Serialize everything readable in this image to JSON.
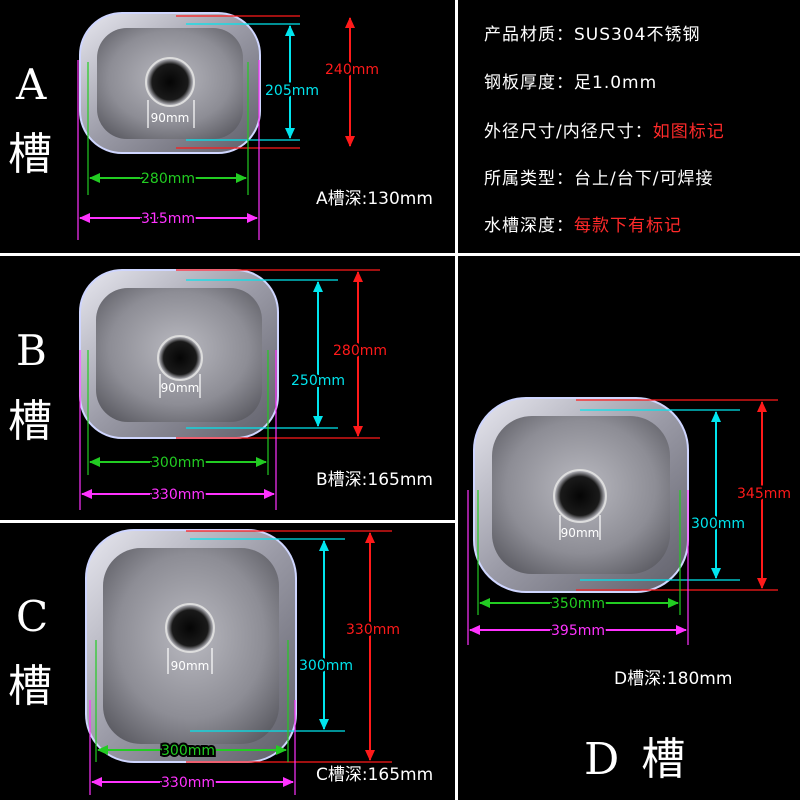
{
  "specs": [
    {
      "label": "产品材质：",
      "value": "SUS304不锈钢",
      "highlight": false
    },
    {
      "label": "钢板厚度：",
      "value": "足1.0mm",
      "highlight": false
    },
    {
      "label": "外径尺寸/内径尺寸：",
      "value": "如图标记",
      "highlight": true
    },
    {
      "label": "所属类型：",
      "value": "台上/台下/可焊接",
      "highlight": false
    },
    {
      "label": "水槽深度：",
      "value": "每款下有标记",
      "highlight": true
    }
  ],
  "sinks": {
    "a": {
      "letter": "A",
      "char": "槽",
      "drain": "90mm",
      "inner_h": "205mm",
      "outer_h": "240mm",
      "inner_w": "280mm",
      "outer_w": "315mm",
      "depth": "A槽深:130mm"
    },
    "b": {
      "letter": "B",
      "char": "槽",
      "drain": "90mm",
      "inner_h": "250mm",
      "outer_h": "280mm",
      "inner_w": "300mm",
      "outer_w": "330mm",
      "depth": "B槽深:165mm"
    },
    "c": {
      "letter": "C",
      "char": "槽",
      "drain": "90mm",
      "inner_h": "300mm",
      "outer_h": "330mm",
      "inner_w": "300mm",
      "outer_w": "330mm",
      "depth": "C槽深:165mm"
    },
    "d": {
      "letter": "D",
      "char": "槽",
      "drain": "90mm",
      "inner_h": "300mm",
      "outer_h": "345mm",
      "inner_w": "350mm",
      "outer_w": "395mm",
      "depth": "D槽深:180mm"
    }
  },
  "colors": {
    "inner": "#00e5ee",
    "outer": "#ff1a1a",
    "inner_w": "#22cc22",
    "outer_w": "#ff33ff",
    "background": "#000000",
    "divider": "#ffffff"
  }
}
